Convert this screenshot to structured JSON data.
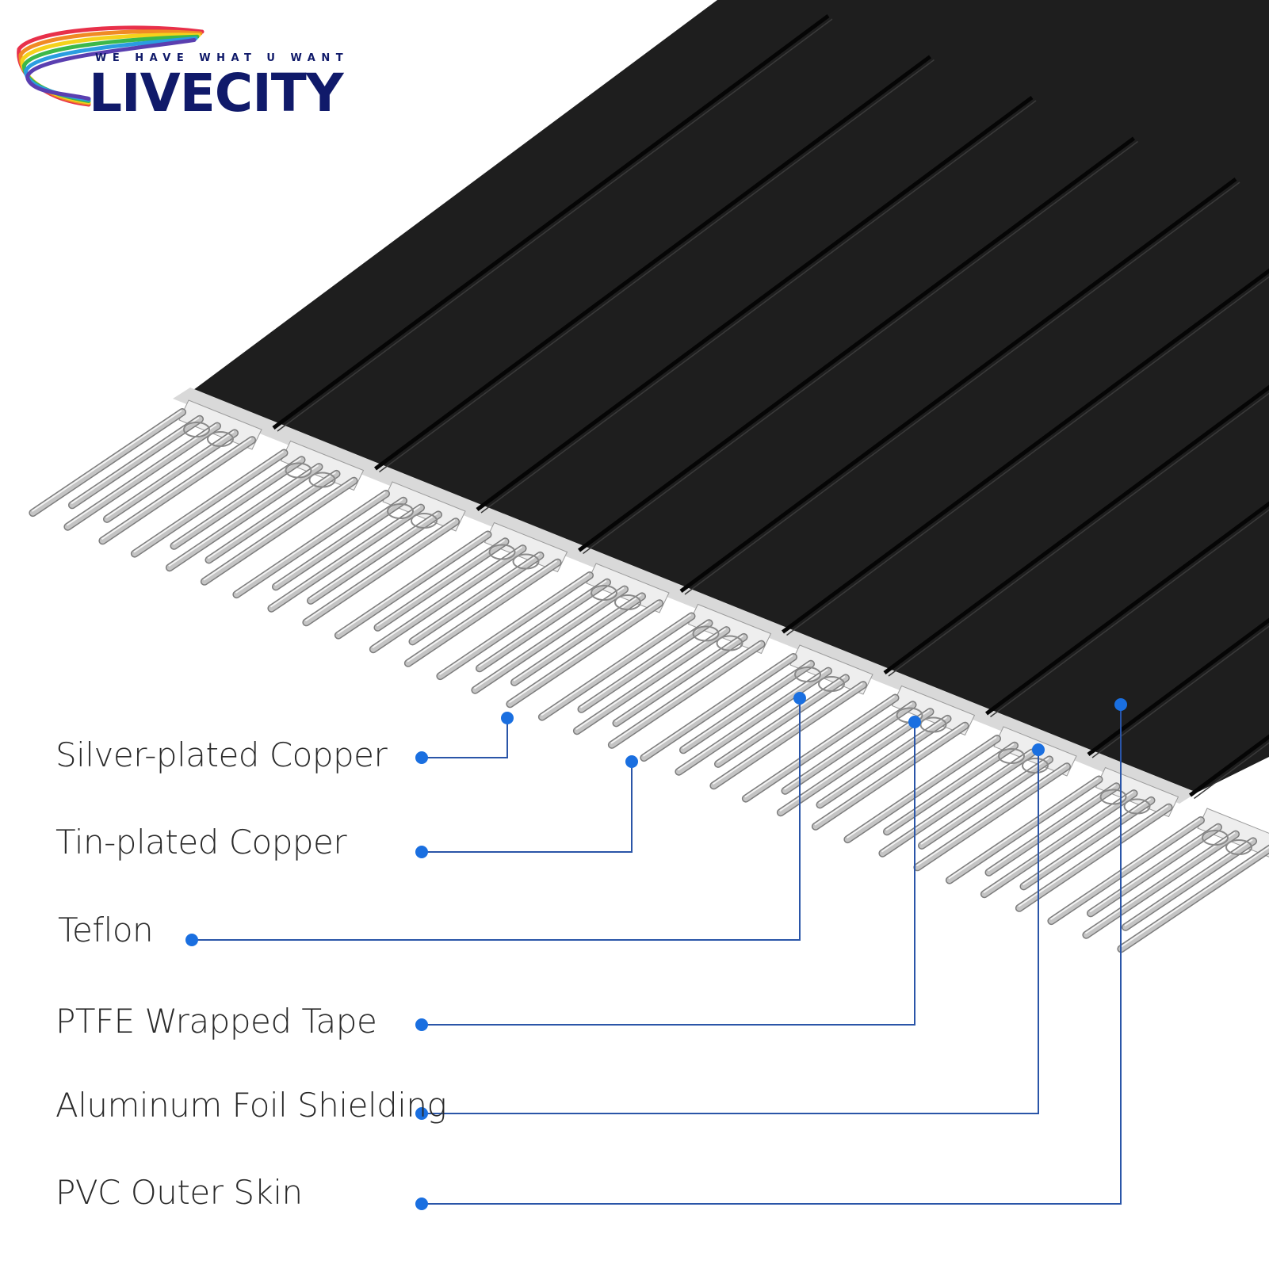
{
  "logo": {
    "wordmark": "LIVECITY",
    "tagline": "WE HAVE WHAT U WANT",
    "colors": [
      "#e8304a",
      "#f08a24",
      "#f5d21c",
      "#3cb84a",
      "#2a9de0",
      "#5a3fb0"
    ],
    "text_color": "#101a6a"
  },
  "cable": {
    "jacket_color": "#1e1e1e",
    "groove_color": "#050505",
    "foil_color": "#d9d9d9",
    "wire_color": "#c4c4c4",
    "wire_highlight": "#f2f2f2"
  },
  "callouts": {
    "line_color": "#2a55a8",
    "dot_color": "#1a6fe0",
    "items": [
      {
        "label": "Silver-plated Copper"
      },
      {
        "label": "Tin-plated Copper"
      },
      {
        "label": "Teflon"
      },
      {
        "label": "PTFE Wrapped Tape"
      },
      {
        "label": "Aluminum Foil Shielding"
      },
      {
        "label": "PVC Outer Skin"
      }
    ]
  }
}
